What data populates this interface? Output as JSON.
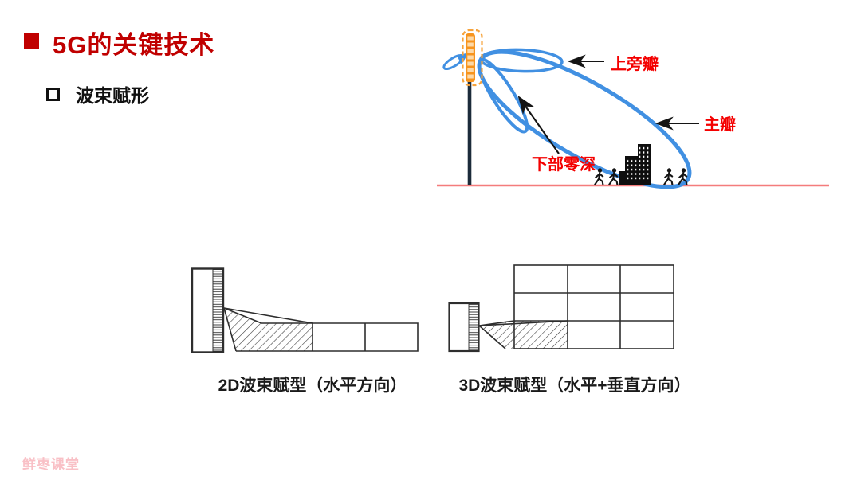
{
  "slide": {
    "title": "5G的关键技术",
    "subtitle": "波束赋形",
    "watermark": "鲜枣课堂",
    "background": "#ffffff"
  },
  "antenna_diagram": {
    "labels": {
      "upper_side_lobe": "上旁瓣",
      "main_lobe": "主瓣",
      "lower_null": "下部零深"
    },
    "icons": [
      "antenna-panel-icon",
      "pole-icon",
      "building-icon",
      "pedestrian-icon"
    ],
    "colors": {
      "beam_blue": "#4190e2",
      "antenna_orange": "#f7941d",
      "antenna_segment_light": "#fcd9a8",
      "pole_dark": "#1c2b3a",
      "ground_red": "#f47c7c",
      "label_red": "#f40000",
      "arrow_black": "#141414"
    }
  },
  "figures": {
    "fig2d": {
      "caption": "2D波束赋型（水平方向）"
    },
    "fig3d": {
      "caption": "3D波束赋型（水平+垂直方向）"
    }
  },
  "theme": {
    "title_red": "#c00000",
    "text_black": "#111111",
    "watermark_pink": "#f9c0c6",
    "figure_line_gray": "#2e2e2e"
  }
}
